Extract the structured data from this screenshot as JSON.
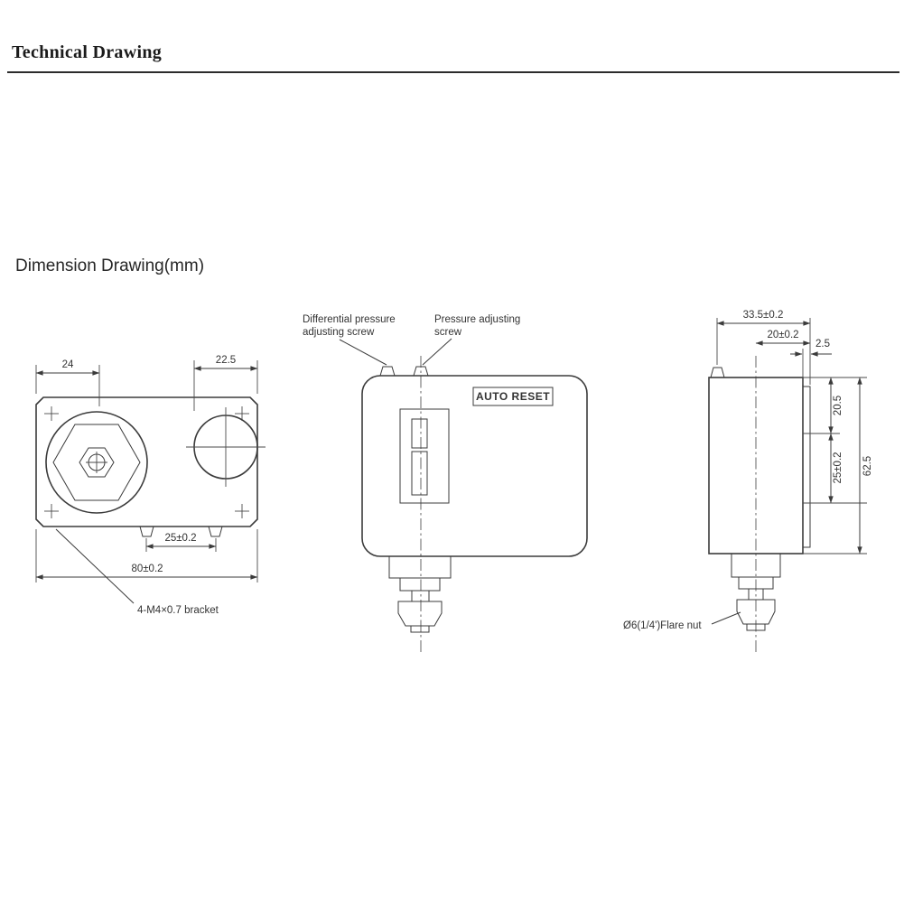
{
  "page": {
    "title": "Technical Drawing",
    "subtitle": "Dimension Drawing(mm)"
  },
  "bracket_view": {
    "dim_left": "24",
    "dim_right": "22.5",
    "dim_feet": "25±0.2",
    "dim_width": "80±0.2",
    "bracket_label": "4-M4×0.7 bracket"
  },
  "front_view": {
    "diff_label_line1": "Differential pressure",
    "diff_label_line2": "adjusting screw",
    "press_label_line1": "Pressure adjusting",
    "press_label_line2": "screw",
    "auto_reset": "AUTO RESET"
  },
  "side_view": {
    "dim_width": "33.5±0.2",
    "dim_offset": "20±0.2",
    "dim_plate": "2.5",
    "dim_upper": "20.5",
    "dim_mid": "25±0.2",
    "dim_height": "62.5",
    "flare_label": "Ø6(1/4')Flare nut"
  }
}
